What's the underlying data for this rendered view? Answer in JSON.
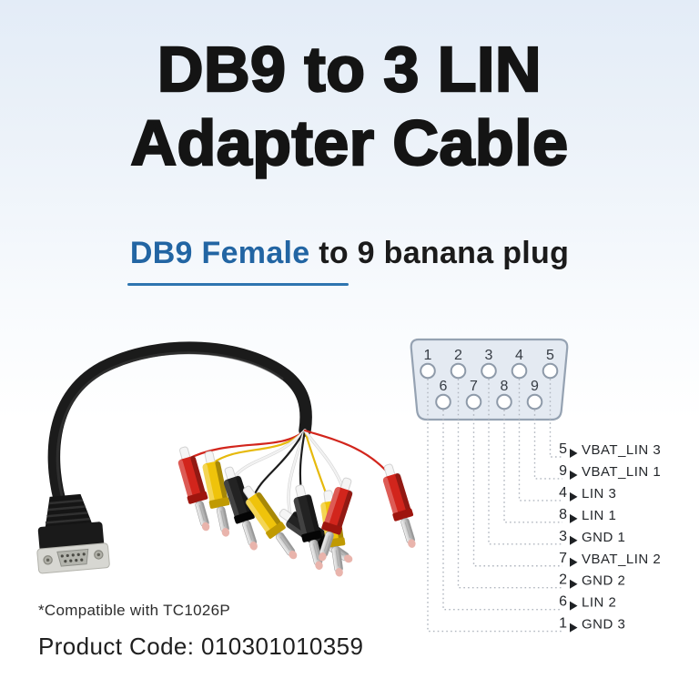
{
  "title": {
    "line1": "DB9 to 3 LIN",
    "line2": "Adapter Cable"
  },
  "subtitle": {
    "highlight": "DB9 Female",
    "rest": " to 9 banana plug"
  },
  "footer": {
    "compatibility_note": "*Compatible with TC1026P",
    "product_code_label": "Product Code:",
    "product_code_value": "010301010359"
  },
  "colors": {
    "accent_blue": "#2265a3",
    "underline_blue": "#2e75b0",
    "title_black": "#141414",
    "connector_fill": "#e4eaf2",
    "connector_border": "#95a2b2",
    "pin_ring": "#8e9aa9",
    "pin_number": "#363c44",
    "dotted_line": "#b0b6bf",
    "arrow": "#1e2124",
    "label_text": "#24272b",
    "plug_red": "#d2251c",
    "plug_yellow": "#efc30b",
    "plug_black": "#232323",
    "cable_black": "#1b1b1b",
    "wire_white": "#f2f2f2"
  },
  "pinout": {
    "top_row_pins": [
      "1",
      "2",
      "3",
      "4",
      "5"
    ],
    "bottom_row_pins": [
      "6",
      "7",
      "8",
      "9"
    ],
    "mappings": [
      {
        "pin": "5",
        "label": "VBAT_LIN 3"
      },
      {
        "pin": "9",
        "label": "VBAT_LIN 1"
      },
      {
        "pin": "4",
        "label": "LIN 3"
      },
      {
        "pin": "8",
        "label": "LIN 1"
      },
      {
        "pin": "3",
        "label": "GND 1"
      },
      {
        "pin": "7",
        "label": "VBAT_LIN 2"
      },
      {
        "pin": "2",
        "label": "GND 2"
      },
      {
        "pin": "6",
        "label": "LIN 2"
      },
      {
        "pin": "1",
        "label": "GND 3"
      }
    ]
  },
  "photo": {
    "plugs": [
      "red",
      "yellow",
      "black",
      "yellow",
      "black",
      "black",
      "yellow",
      "red",
      "red"
    ]
  }
}
